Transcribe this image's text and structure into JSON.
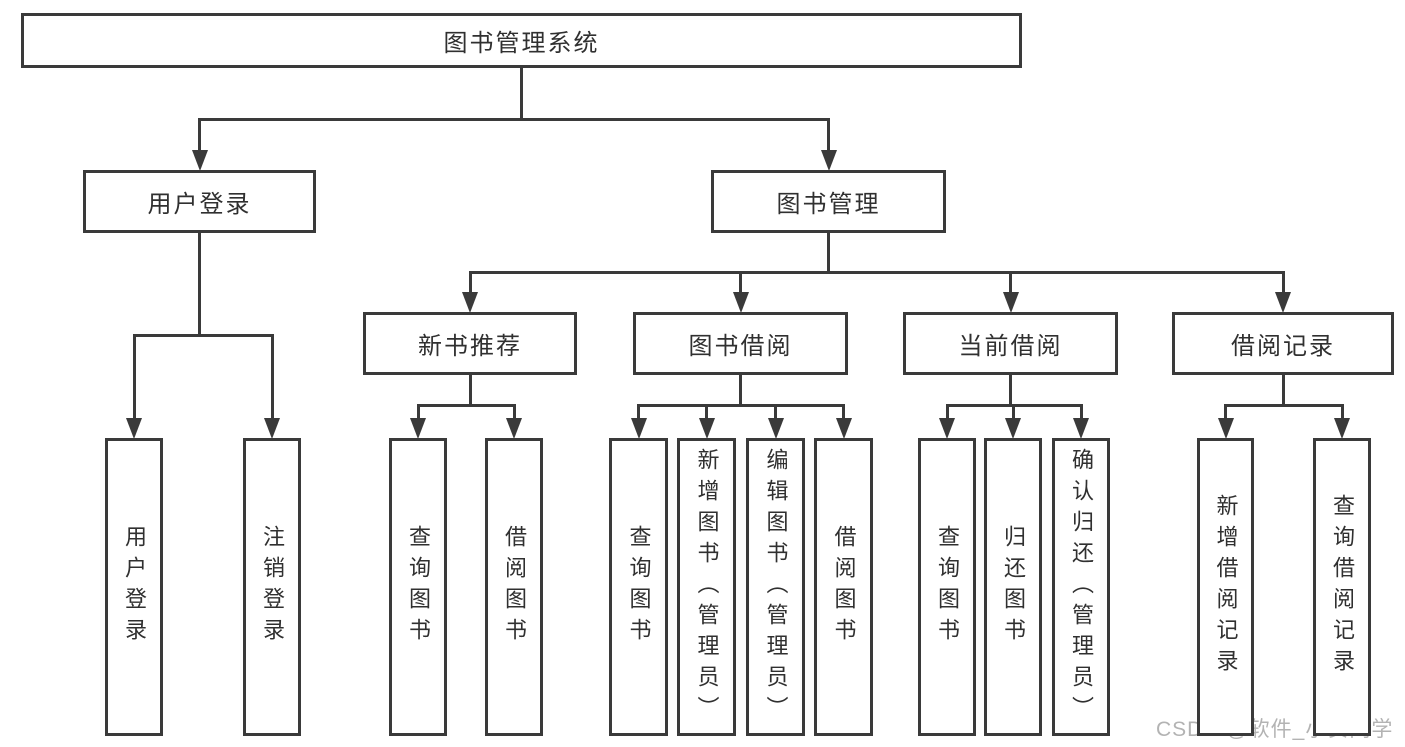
{
  "diagram": {
    "nodes": [
      {
        "id": "root",
        "label": "图书管理系统",
        "parent": null,
        "orientation": "horizontal"
      },
      {
        "id": "login",
        "label": "用户登录",
        "parent": "root",
        "orientation": "horizontal"
      },
      {
        "id": "mgmt",
        "label": "图书管理",
        "parent": "root",
        "orientation": "horizontal"
      },
      {
        "id": "new-books",
        "label": "新书推荐",
        "parent": "mgmt",
        "orientation": "horizontal"
      },
      {
        "id": "book-borrow",
        "label": "图书借阅",
        "parent": "mgmt",
        "orientation": "horizontal"
      },
      {
        "id": "current-borrow",
        "label": "当前借阅",
        "parent": "mgmt",
        "orientation": "horizontal"
      },
      {
        "id": "borrow-records",
        "label": "借阅记录",
        "parent": "mgmt",
        "orientation": "horizontal"
      },
      {
        "id": "user-login",
        "label": "用户登录",
        "parent": "login",
        "orientation": "vertical"
      },
      {
        "id": "logout",
        "label": "注销登录",
        "parent": "login",
        "orientation": "vertical"
      },
      {
        "id": "query-books-1",
        "label": "查询图书",
        "parent": "new-books",
        "orientation": "vertical"
      },
      {
        "id": "borrow-books-1",
        "label": "借阅图书",
        "parent": "new-books",
        "orientation": "vertical"
      },
      {
        "id": "query-books-2",
        "label": "查询图书",
        "parent": "book-borrow",
        "orientation": "vertical"
      },
      {
        "id": "add-books",
        "label": "新增图书（管理员）",
        "parent": "book-borrow",
        "orientation": "vertical"
      },
      {
        "id": "edit-books",
        "label": "编辑图书（管理员）",
        "parent": "book-borrow",
        "orientation": "vertical"
      },
      {
        "id": "borrow-books-2",
        "label": "借阅图书",
        "parent": "book-borrow",
        "orientation": "vertical"
      },
      {
        "id": "query-books-3",
        "label": "查询图书",
        "parent": "current-borrow",
        "orientation": "vertical"
      },
      {
        "id": "return-books",
        "label": "归还图书",
        "parent": "current-borrow",
        "orientation": "vertical"
      },
      {
        "id": "confirm-return",
        "label": "确认归还（管理员）",
        "parent": "current-borrow",
        "orientation": "vertical"
      },
      {
        "id": "add-borrow-record",
        "label": "新增借阅记录",
        "parent": "borrow-records",
        "orientation": "vertical"
      },
      {
        "id": "query-borrow-record",
        "label": "查询借阅记录",
        "parent": "borrow-records",
        "orientation": "vertical"
      }
    ]
  },
  "watermark": {
    "text": "CSDN @软件_小贺同学"
  },
  "colors": {
    "line": "#3a3a3a",
    "text": "#303030",
    "background": "#ffffff",
    "watermark": "#b3b3b3"
  }
}
